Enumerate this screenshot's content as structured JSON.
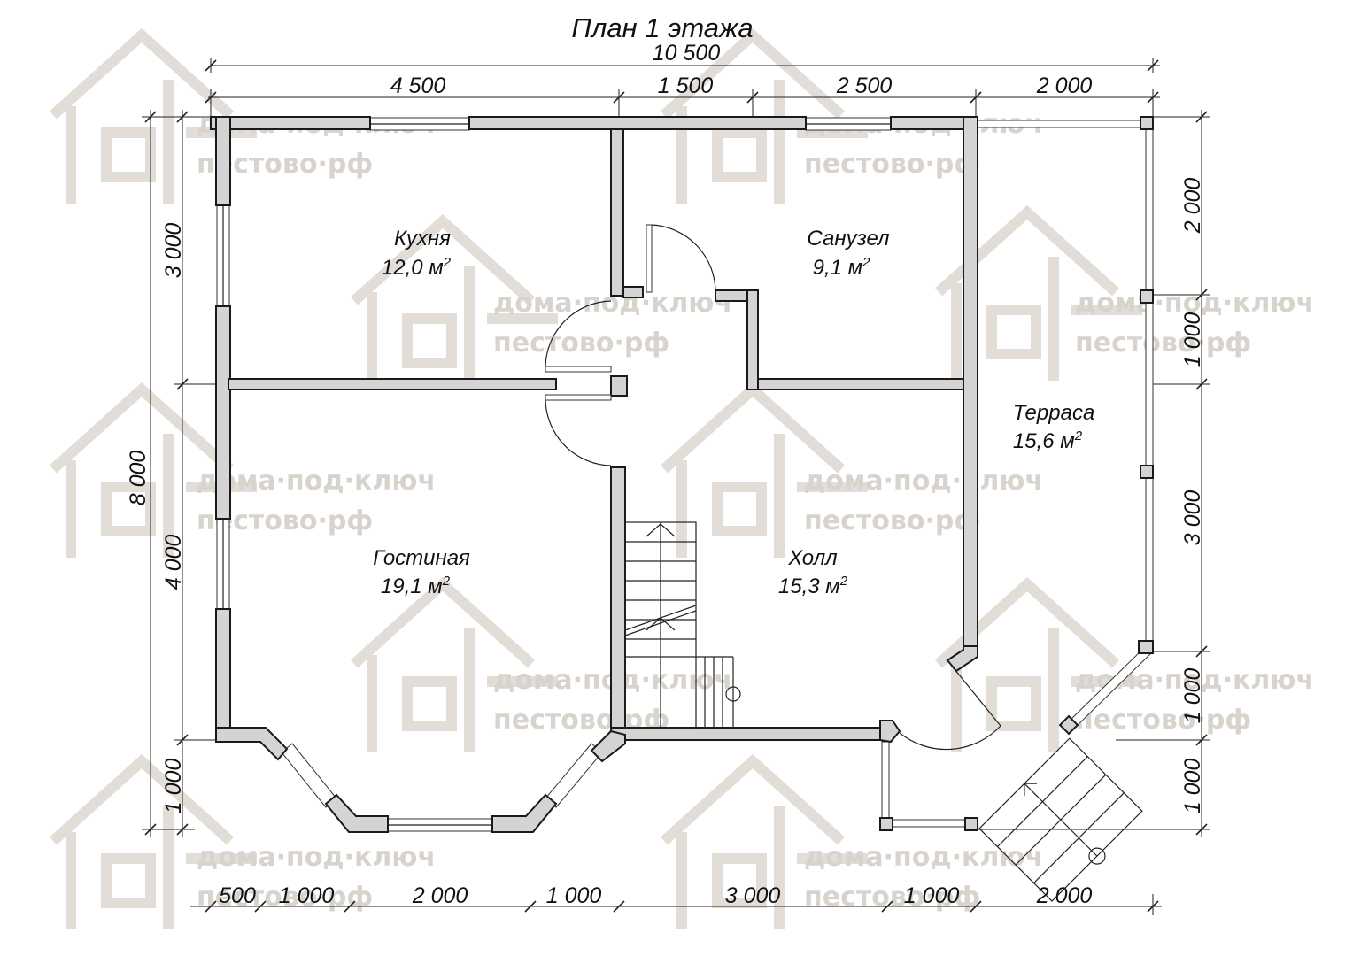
{
  "title": "План 1 этажа",
  "watermark": {
    "line1": "дома·под·ключ",
    "line2": "пестово·рф",
    "color": "#d8d3cd"
  },
  "rooms": {
    "kitchen": {
      "name": "Кухня",
      "area": "12,0 м",
      "sup": "2"
    },
    "bathroom": {
      "name": "Санузел",
      "area": "9,1 м",
      "sup": "2"
    },
    "terrace": {
      "name": "Терраса",
      "area": "15,6 м",
      "sup": "2"
    },
    "living": {
      "name": "Гостиная",
      "area": "19,1 м",
      "sup": "2"
    },
    "hall": {
      "name": "Холл",
      "area": "15,3 м",
      "sup": "2"
    }
  },
  "dimensions": {
    "top_total": "10 500",
    "top_segments": [
      "4 500",
      "1 500",
      "2 500",
      "2 000"
    ],
    "bottom_segments": [
      "500",
      "1 000",
      "2 000",
      "1 000",
      "3 000",
      "1 000",
      "2 000"
    ],
    "left_total": "8 000",
    "left_segments": [
      "3 000",
      "4 000",
      "1 000"
    ],
    "right_segments": [
      "2 000",
      "1 000",
      "3 000",
      "1 000",
      "1 000"
    ]
  },
  "colors": {
    "wall_fill": "#d4d4d4",
    "line": "#1a1a1a"
  }
}
